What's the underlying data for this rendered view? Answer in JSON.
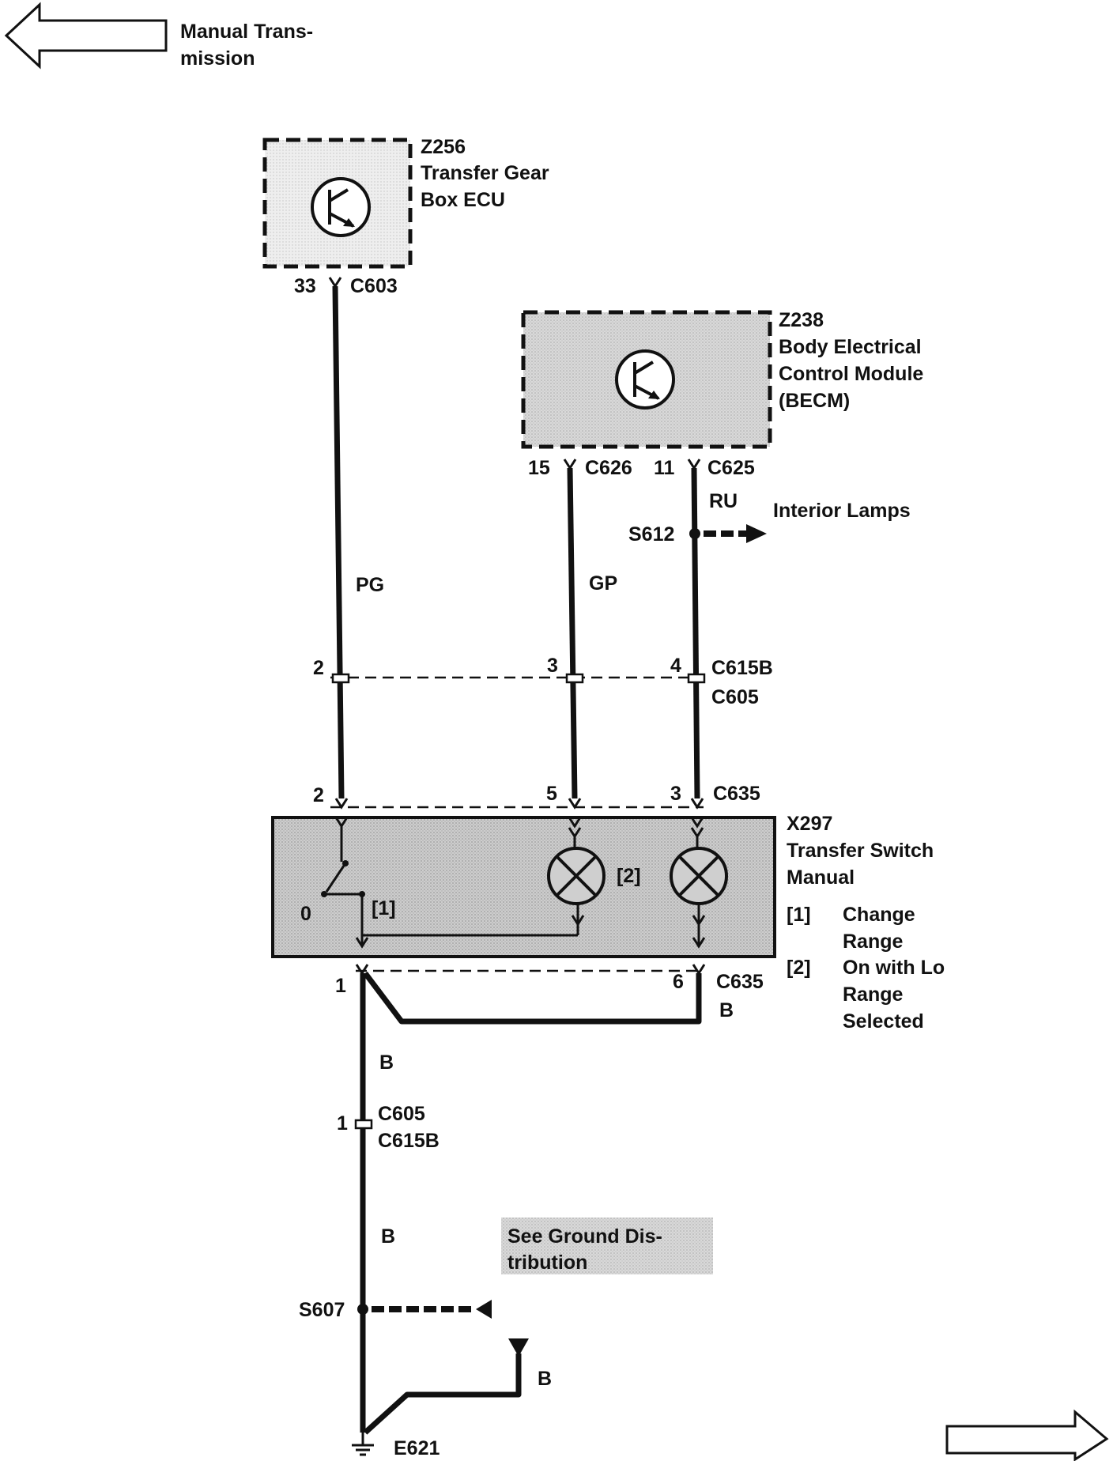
{
  "colors": {
    "ink": "#111111",
    "module_fill": "#d6d6d6",
    "switch_fill": "#cfcfcf",
    "note_fill": "#c8c8c8"
  },
  "nav": {
    "prev_label_1": "Manual Trans-",
    "prev_label_2": "mission"
  },
  "modules": {
    "z256": {
      "id": "Z256",
      "line1": "Transfer Gear",
      "line2": "Box ECU",
      "icon": "transistor-icon"
    },
    "z238": {
      "id": "Z238",
      "line1": "Body Electrical",
      "line2": "Control Module",
      "line3": "(BECM)",
      "icon": "transistor-icon"
    },
    "x297": {
      "id": "X297",
      "line1": "Transfer Switch",
      "line2": "Manual",
      "note1_tag": "[1]",
      "note1_a": "Change",
      "note1_b": "Range",
      "note2_tag": "[2]",
      "note2_a": "On with Lo",
      "note2_b": "Range",
      "note2_c": "Selected",
      "switch_pos": "0",
      "switch_tag": "[1]",
      "lamp_tag": "[2]"
    }
  },
  "connectors": {
    "c603": "C603",
    "c626": "C626",
    "c625": "C625",
    "c615b": "C615B",
    "c605": "C605",
    "c635": "C635",
    "c635_lower": "C635",
    "c605_lower": "C605",
    "c615b_lower": "C615B"
  },
  "pins": {
    "p33": "33",
    "p15": "15",
    "p11": "11",
    "inline_pg": "2",
    "inline_gp": "3",
    "inline_ru": "4",
    "sw_pg": "2",
    "sw_gp": "5",
    "sw_ru": "3",
    "sw_out_1": "1",
    "sw_out_6": "6",
    "inline_b": "1"
  },
  "wires": {
    "pg": "PG",
    "gp": "GP",
    "ru": "RU",
    "b_loop": "B",
    "b_1": "B",
    "b_2": "B",
    "b_ground": "B"
  },
  "splices": {
    "s612": "S612",
    "s612_dest": "Interior Lamps",
    "s607": "S607"
  },
  "ground": {
    "e621": "E621"
  },
  "note": {
    "line1": "See Ground Dis-",
    "line2": "tribution"
  }
}
